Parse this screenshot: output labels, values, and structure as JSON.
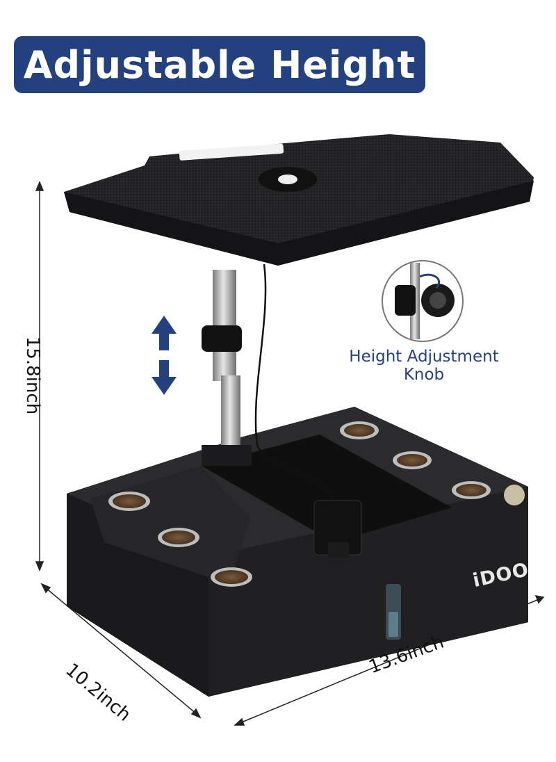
{
  "header": {
    "title": "Adjustable Height"
  },
  "callout": {
    "caption_line1": "Height Adjustment",
    "caption_line2": "Knob"
  },
  "dimensions": {
    "height": "15.8inch",
    "depth": "10.2inch",
    "width": "13.6inch"
  },
  "brand": {
    "logo_text": "iDOO"
  },
  "colors": {
    "accent": "#23417e",
    "product": "#1d1d1f"
  },
  "icons": [
    "up-arrow-icon",
    "down-arrow-icon",
    "fan-vent-icon"
  ]
}
